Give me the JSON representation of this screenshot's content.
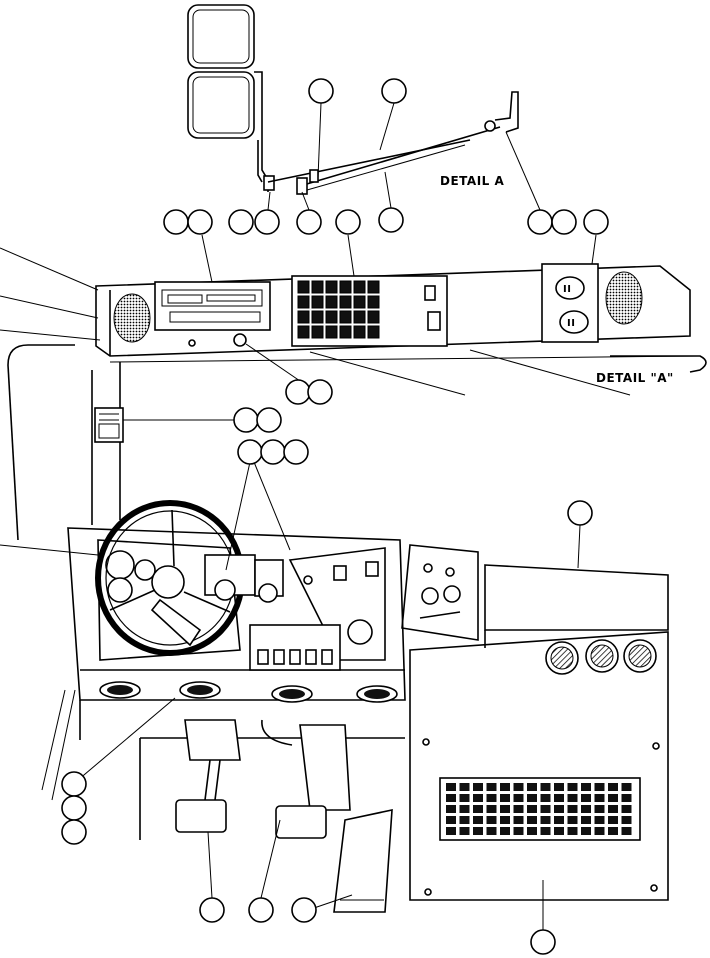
{
  "labels": {
    "detail_a_title": "DETAIL A",
    "detail_a_ref": "DETAIL \"A\""
  },
  "callouts": [
    {
      "id": "c1"
    },
    {
      "id": "c2"
    },
    {
      "id": "c3"
    },
    {
      "id": "c4"
    },
    {
      "id": "c5"
    },
    {
      "id": "c6"
    },
    {
      "id": "c7"
    },
    {
      "id": "c8"
    },
    {
      "id": "c9"
    },
    {
      "id": "c10"
    },
    {
      "id": "c11"
    },
    {
      "id": "c12"
    },
    {
      "id": "c13"
    },
    {
      "id": "c14"
    },
    {
      "id": "c15"
    },
    {
      "id": "c16"
    },
    {
      "id": "c17"
    },
    {
      "id": "c18"
    },
    {
      "id": "c19"
    },
    {
      "id": "c20"
    },
    {
      "id": "c21"
    },
    {
      "id": "c22"
    },
    {
      "id": "c23"
    },
    {
      "id": "c24"
    },
    {
      "id": "c25"
    },
    {
      "id": "c26"
    },
    {
      "id": "c27"
    }
  ]
}
